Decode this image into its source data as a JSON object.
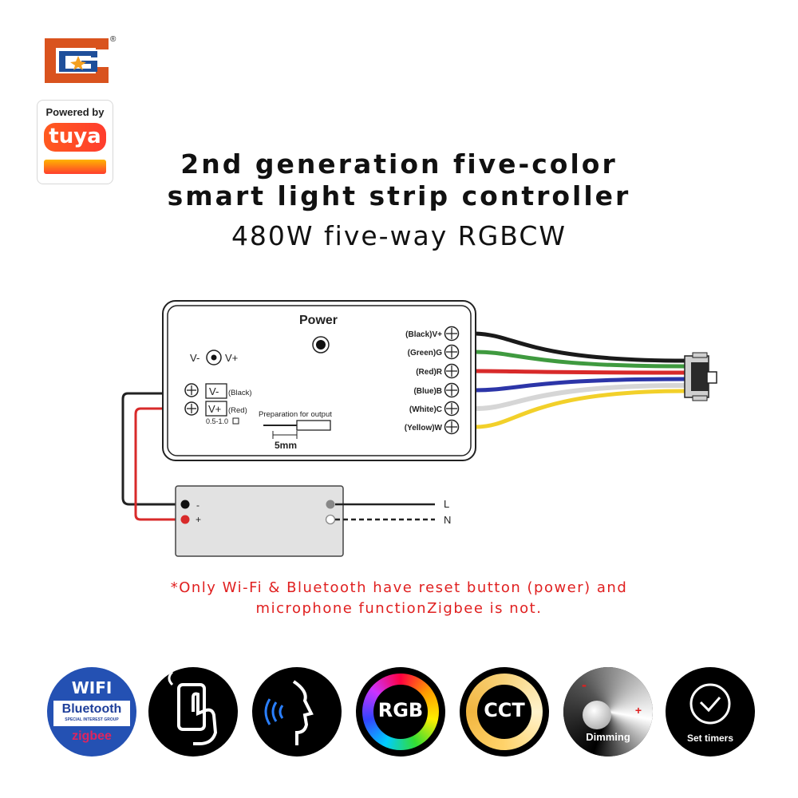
{
  "brand": {
    "registered_mark": "®"
  },
  "tuya_badge": {
    "powered_by": "Powered by",
    "logo_text": "tuya"
  },
  "title": {
    "line1": "2nd generation five-color",
    "line2": "smart light strip controller",
    "line3": "480W five-way RGBCW"
  },
  "controller": {
    "power_label": "Power",
    "vminus_label": "V-",
    "vplus_label": "V+",
    "input_terminals": [
      {
        "label": "V-",
        "color_note": "(Black)"
      },
      {
        "label": "V+",
        "color_note": "(Red)"
      }
    ],
    "wire_gauge": "0.5-1.0",
    "strip_label": "Preparation for output",
    "strip_length": "5mm",
    "outputs": [
      {
        "label": "(Black)V+",
        "wire_color": "#1a1a1a"
      },
      {
        "label": "(Green)G",
        "wire_color": "#3f9a3f"
      },
      {
        "label": "(Red)R",
        "wire_color": "#d82a2a"
      },
      {
        "label": "(Blue)B",
        "wire_color": "#2c35a8"
      },
      {
        "label": "(White)C",
        "wire_color": "#e8e8e8"
      },
      {
        "label": "(Yellow)W",
        "wire_color": "#f2d02a"
      }
    ]
  },
  "psu": {
    "minus": "-",
    "plus": "+",
    "line": "L",
    "neutral": "N"
  },
  "note": {
    "line1": "*Only Wi-Fi & Bluetooth have reset button (power) and",
    "line2": "microphone functionZigbee is not."
  },
  "features": {
    "wifi": "WIFI",
    "bluetooth": "Bluetooth",
    "bluetooth_sub": "SPECIAL INTEREST GROUP",
    "zigbee": "zigbee",
    "rgb": "RGB",
    "cct": "CCT",
    "dimming": "Dimming",
    "dim_minus": "-",
    "dim_plus": "+",
    "timers": "Set timers"
  },
  "colors": {
    "title": "#111111",
    "note": "#e02020",
    "brand_orange": "#d9531e",
    "brand_blue": "#1f4f9a",
    "wifi_circle": "#2451b3"
  }
}
